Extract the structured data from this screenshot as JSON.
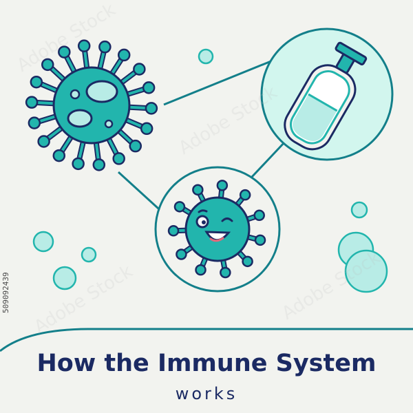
{
  "title": "How the Immune System",
  "subtitle": "works",
  "stock_id": "509092439",
  "watermark": "Adobe Stock",
  "colors": {
    "background": "#f2f3ef",
    "teal": "#22b5ad",
    "teal_light": "#d2f6ee",
    "outline": "#137f8a",
    "navy": "#1b2a63"
  },
  "icons": [
    "virus-icon",
    "vaccine-bottle-icon",
    "happy-virus-icon",
    "bubble-icon"
  ]
}
